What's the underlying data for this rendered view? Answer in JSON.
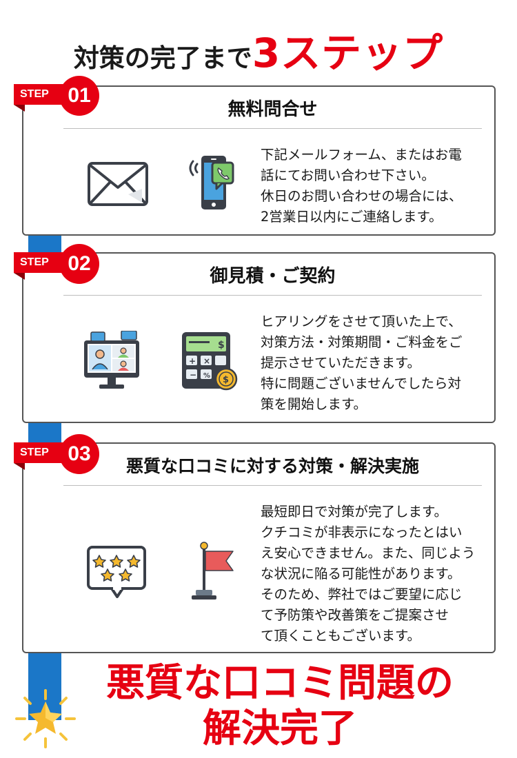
{
  "heading": {
    "prefix": "対策の完了まで",
    "emphasis": "3ステップ"
  },
  "steps": [
    {
      "badge_word": "STEP",
      "number": "01",
      "title": "無料問合せ",
      "description": [
        "下記メールフォーム、またはお電",
        "話にてお問い合わせ下さい。",
        "休日のお問い合わせの場合には、",
        "2営業日以内にご連絡します。"
      ],
      "icons": [
        "envelope-icon",
        "smartphone-call-icon"
      ]
    },
    {
      "badge_word": "STEP",
      "number": "02",
      "title": "御見積・ご契約",
      "description": [
        "ヒアリングをさせて頂いた上で、",
        "対策方法・対策期間・ご料金をご",
        "提示させていただきます。",
        "特に問題ございませんでしたら対",
        "策を開始します。"
      ],
      "icons": [
        "video-meeting-monitor-icon",
        "calculator-coin-icon"
      ]
    },
    {
      "badge_word": "STEP",
      "number": "03",
      "title": "悪質な口コミに対する対策・解決実施",
      "description": [
        "最短即日で対策が完了します。",
        "クチコミが非表示になったとはい",
        "え安心できません。また、同じよう",
        "な状況に陥る可能性があります。",
        "そのため、弊社ではご要望に応じ",
        "て予防策や改善策をご提案させ",
        "て頂くこともございます。"
      ],
      "icons": [
        "star-review-bubble-icon",
        "goal-flag-icon"
      ]
    }
  ],
  "conclusion": {
    "line1": "悪質な口コミ問題の",
    "line2": "解決完了"
  },
  "colors": {
    "accent_red": "#e60012",
    "rail_blue": "#1b77c8",
    "card_border": "#555555"
  }
}
